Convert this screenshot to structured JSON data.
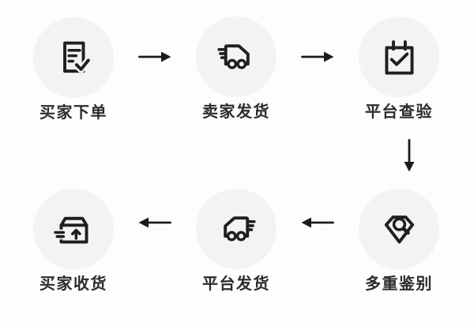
{
  "diagram": {
    "title": "purchase-fulfillment-flow",
    "steps": [
      {
        "label": "买家下单",
        "icon": "order-document-icon"
      },
      {
        "label": "卖家发货",
        "icon": "truck-right-icon"
      },
      {
        "label": "平台查验",
        "icon": "calendar-check-icon"
      },
      {
        "label": "多重鉴别",
        "icon": "gem-magnifier-icon"
      },
      {
        "label": "平台发货",
        "icon": "truck-left-icon"
      },
      {
        "label": "买家收货",
        "icon": "package-receive-icon"
      }
    ],
    "arrows": [
      {
        "from": "买家下单",
        "to": "卖家发货",
        "direction": "right"
      },
      {
        "from": "卖家发货",
        "to": "平台查验",
        "direction": "right"
      },
      {
        "from": "平台查验",
        "to": "多重鉴别",
        "direction": "down"
      },
      {
        "from": "多重鉴别",
        "to": "平台发货",
        "direction": "left"
      },
      {
        "from": "平台发货",
        "to": "买家收货",
        "direction": "left"
      }
    ]
  },
  "colors": {
    "background": "#fdfdfd",
    "circle_bg": "#f2f3f5",
    "icon": "#1d1f21",
    "text": "#2b2c2e",
    "arrow": "#1a1b1d"
  }
}
